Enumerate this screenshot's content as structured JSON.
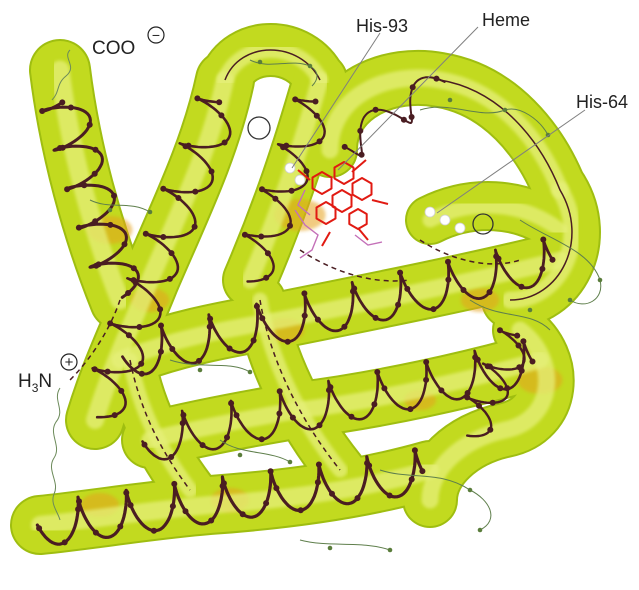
{
  "figure": {
    "labels": {
      "coo": "COO",
      "coo_charge": "−",
      "his93": "His-93",
      "heme": "Heme",
      "his64": "His-64",
      "h3n_h": "H",
      "h3n_sub": "3",
      "h3n_n": "N",
      "h3n_charge": "+"
    },
    "colors": {
      "tube": "#c2da1f",
      "tube_light": "#e6f07a",
      "tube_dark": "#9fbe10",
      "tube_orange": "#e6a21a",
      "backbone": "#4a1d22",
      "heme_red": "#e11a12",
      "heme_pink": "#c470b8",
      "side_chain": "#5f7f4c",
      "leader": "#7f7f7f"
    }
  }
}
